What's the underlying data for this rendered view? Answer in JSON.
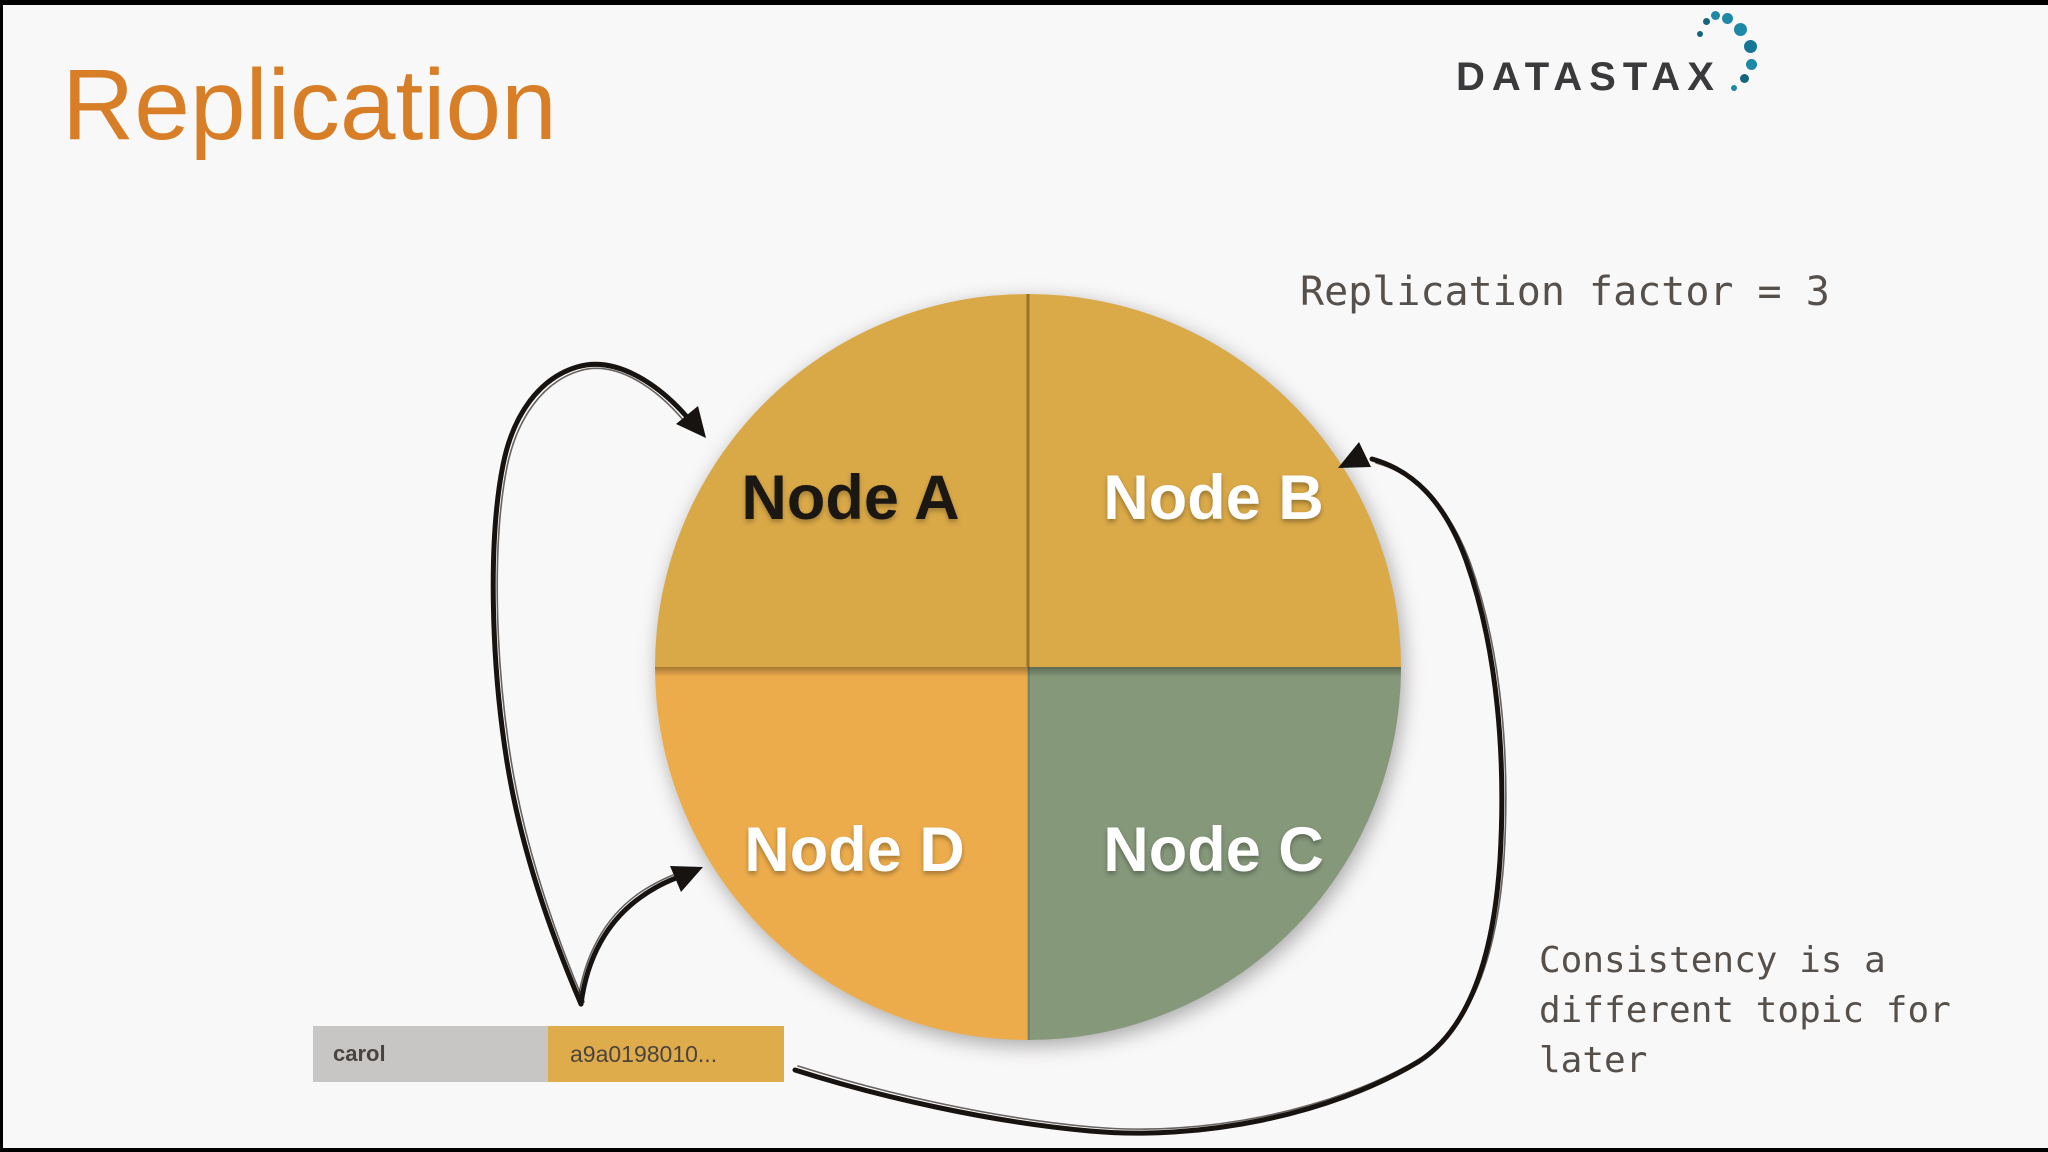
{
  "slide": {
    "title": "Replication",
    "title_color": "#D87E27",
    "background": "#F9F8F8"
  },
  "logo": {
    "wordmark": "DATASTAX",
    "wordmark_color": "#3A3A3C",
    "dot_color_primary": "#1E89A6",
    "dot_color_dark": "#16657E"
  },
  "annotations": {
    "replication_factor": "Replication factor = 3",
    "consistency_line_1": "Consistency is a",
    "consistency_line_2": "different topic for",
    "consistency_line_3": "later",
    "text_color": "#56504C"
  },
  "ring": {
    "nodes": [
      {
        "label": "Node A",
        "position": "top-left",
        "fill": "#D9A847",
        "label_color": "#1B1813"
      },
      {
        "label": "Node B",
        "position": "top-right",
        "fill": "#DAA948",
        "label_color": "#FFFFFF"
      },
      {
        "label": "Node C",
        "position": "bottom-right",
        "fill": "#85987A",
        "label_color": "#FFFFFF"
      },
      {
        "label": "Node D",
        "position": "bottom-left",
        "fill": "#EDAC4C",
        "label_color": "#FFFFFF"
      }
    ]
  },
  "data_row": {
    "key": "carol",
    "value": "a9a0198010...",
    "key_bg": "#C7C6C5",
    "value_bg": "#DFAC4B",
    "text_color": "#4A4440"
  },
  "arrows": {
    "color": "#171310",
    "description": "hand-drawn arrows from the carol partition row to Node A, Node D and Node B"
  }
}
